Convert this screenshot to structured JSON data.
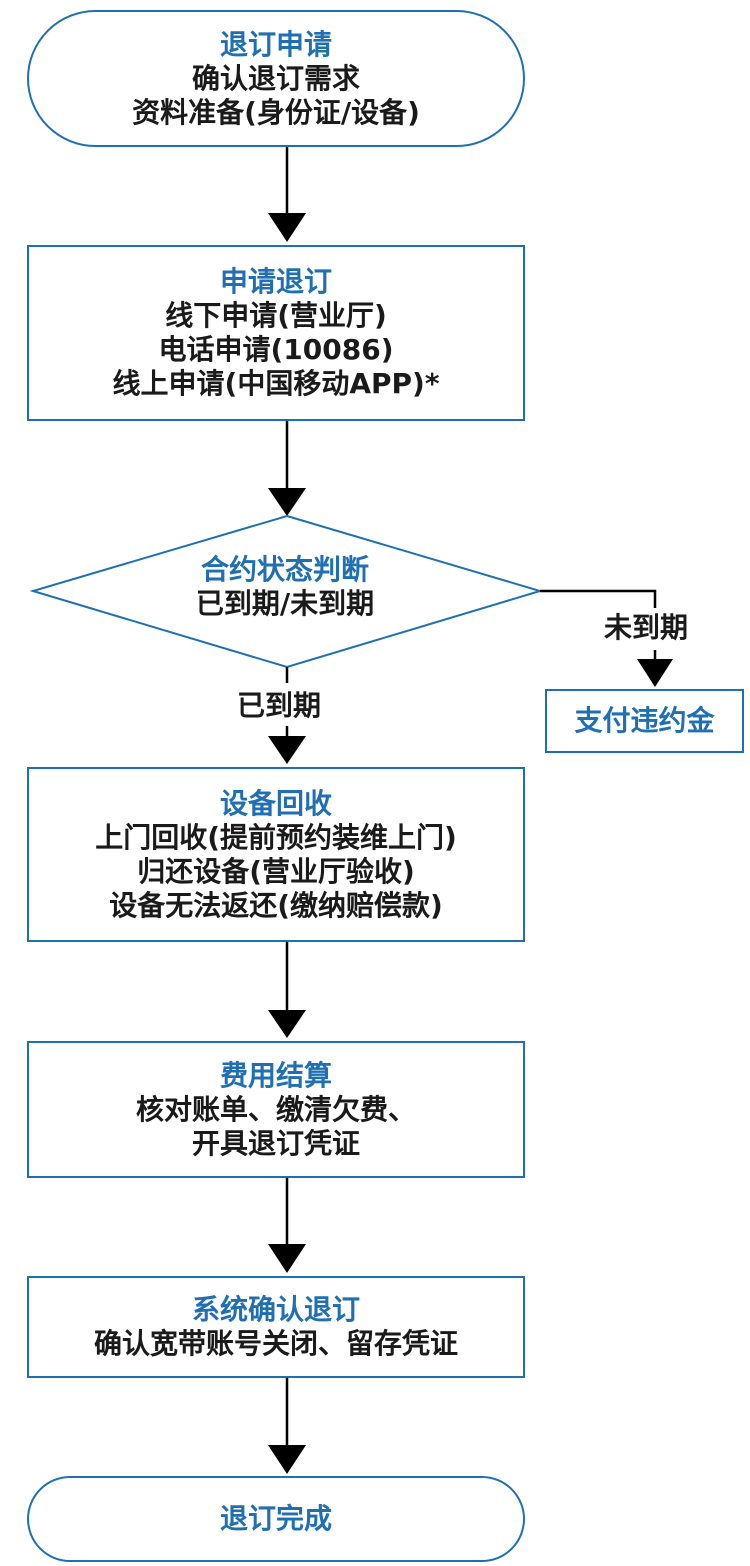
{
  "colors": {
    "accent": "#1f6fb2",
    "text": "#1a1a1a",
    "connector": "#000000"
  },
  "nodes": {
    "start": {
      "title": "退订申请",
      "lines": [
        "确认退订需求",
        "资料准备(身份证/设备)"
      ]
    },
    "apply": {
      "title": "申请退订",
      "lines": [
        "线下申请(营业厅)",
        "电话申请(10086)",
        "线上申请(中国移动APP)*"
      ]
    },
    "decision": {
      "title": "合约状态判断",
      "lines": [
        "已到期/未到期"
      ]
    },
    "penalty": {
      "title": "支付违约金"
    },
    "recycle": {
      "title": "设备回收",
      "lines": [
        "上门回收(提前预约装维上门)",
        "归还设备(营业厅验收)",
        "设备无法返还(缴纳赔偿款)"
      ]
    },
    "settle": {
      "title": "费用结算",
      "lines": [
        "核对账单、缴清欠费、",
        "开具退订凭证"
      ]
    },
    "confirm": {
      "title": "系统确认退订",
      "lines": [
        "确认宽带账号关闭、留存凭证"
      ]
    },
    "end": {
      "title": "退订完成"
    }
  },
  "edge_labels": {
    "expired": "已到期",
    "not_expired": "未到期"
  }
}
